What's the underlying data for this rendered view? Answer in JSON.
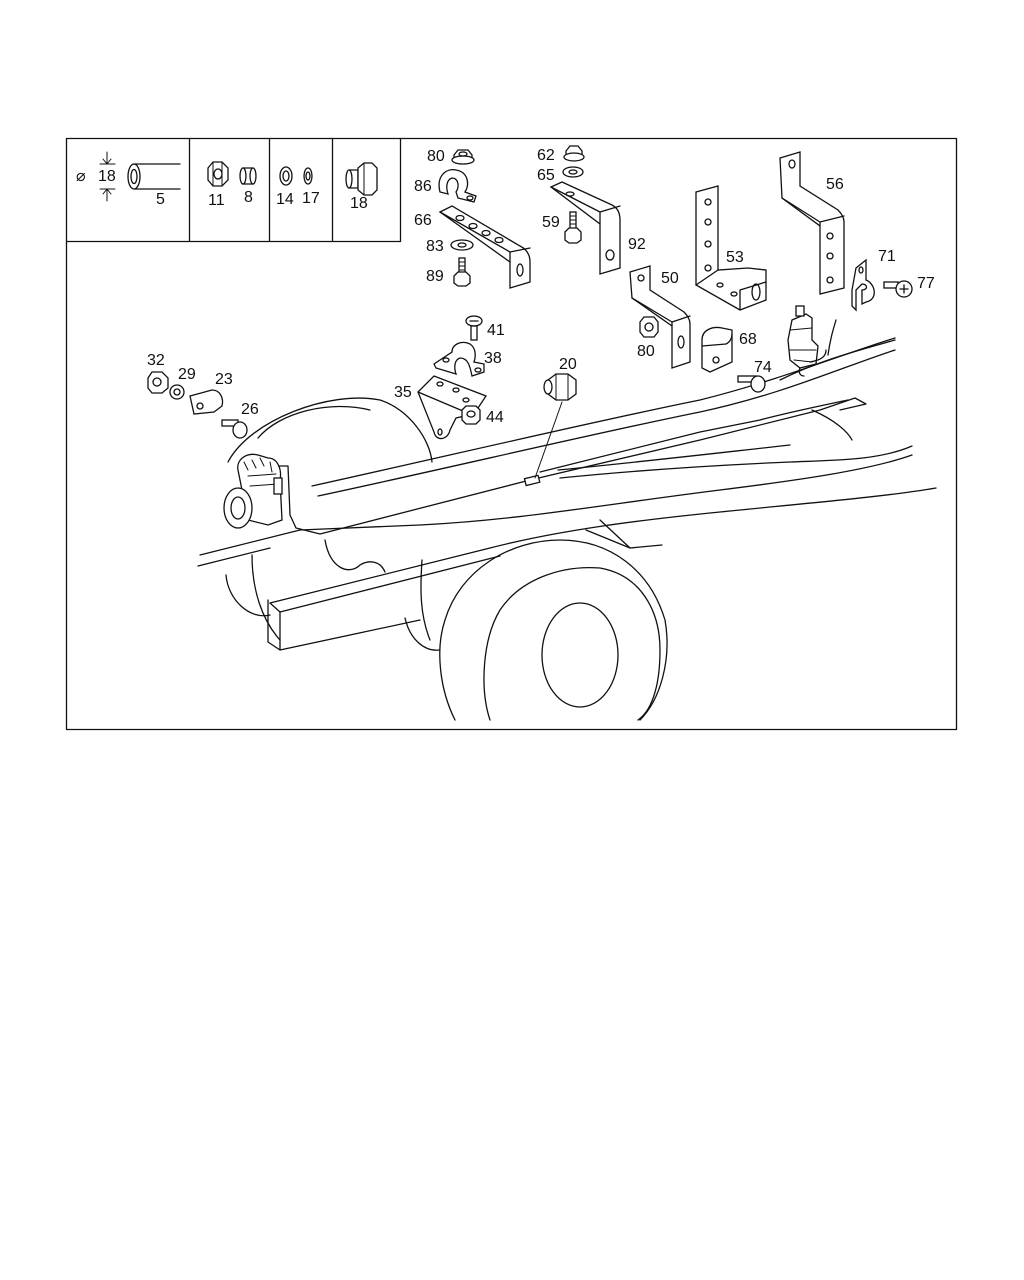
{
  "legend": {
    "diameter_symbol": "⌀",
    "diameter_value": "18",
    "cells": [
      {
        "labels": [
          "5"
        ]
      },
      {
        "labels": [
          "11",
          "8"
        ]
      },
      {
        "labels": [
          "14",
          "17"
        ]
      },
      {
        "labels": [
          "18"
        ]
      }
    ]
  },
  "callouts": {
    "c80a": "80",
    "c86": "86",
    "c66": "66",
    "c83": "83",
    "c89": "89",
    "c62": "62",
    "c65": "65",
    "c59": "59",
    "c92": "92",
    "c56": "56",
    "c53": "53",
    "c50": "50",
    "c71": "71",
    "c77": "77",
    "c41": "41",
    "c38": "38",
    "c35": "35",
    "c44": "44",
    "c20": "20",
    "c80b": "80",
    "c68": "68",
    "c74": "74",
    "c32": "32",
    "c29": "29",
    "c23": "23",
    "c26": "26"
  }
}
